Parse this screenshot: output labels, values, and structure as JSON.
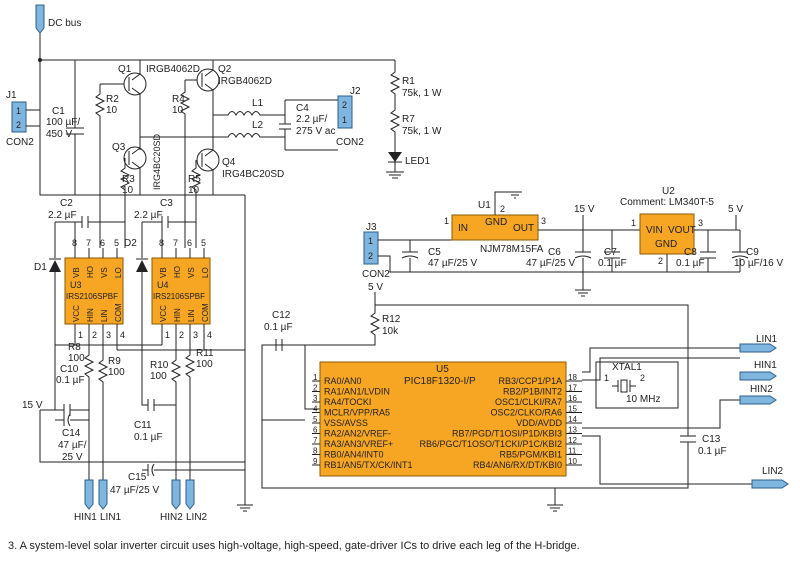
{
  "caption": "3. A system-level solar inverter circuit uses high-voltage, high-speed, gate-driver ICs to drive each leg of the H-bridge.",
  "labels": {
    "dc_bus": "DC bus",
    "j1": "J1",
    "j1_type": "CON2",
    "j1_pin1": "1",
    "j1_pin2": "2",
    "j2": "J2",
    "j2_type": "CON2",
    "j2_pin1": "1",
    "j2_pin2": "2",
    "j3": "J3",
    "j3_type": "CON2",
    "j3_pin1": "1",
    "j3_pin2": "2",
    "c1": "C1",
    "c1_val": "100 µF/",
    "c1_val2": "450 V",
    "q1": "Q1",
    "q1_part": "IRGB4062D",
    "q2": "Q2",
    "q2_part": "IRGB4062D",
    "q3": "Q3",
    "q3_part": "IRG4BC20SD",
    "q4": "Q4",
    "q4_part": "IRG4BC20SD",
    "r1": "R1",
    "r1_val": "75k, 1 W",
    "r7": "R7",
    "r7_val": "75k, 1 W",
    "led1": "LED1",
    "l1": "L1",
    "l2": "L2",
    "c4": "C4",
    "c4_val": "2.2 µF/",
    "c4_val2": "275 V ac",
    "r2": "R2",
    "r2_val": "10",
    "r3": "R3",
    "r3_val": "10",
    "r4": "R4",
    "r4_val": "10",
    "r5": "R5",
    "r5_val": "10",
    "c2": "C2",
    "c2_val": "2.2 µF",
    "c3": "C3",
    "c3_val": "2.2 µF",
    "d1": "D1",
    "d2": "D2",
    "u3": "U3",
    "u3_part": "IRS2106SPBF",
    "u4": "U4",
    "u4_part": "IRS2106SPBF",
    "pin_vb": "VB",
    "pin_ho": "HO",
    "pin_vs": "VS",
    "pin_lo": "LO",
    "pin_vcc": "VCC",
    "pin_hin": "HIN",
    "pin_lin": "LIN",
    "pin_com": "COM",
    "r8": "R8",
    "r8_val": "100",
    "r9": "R9",
    "r9_val": "100",
    "r10": "R10",
    "r10_val": "100",
    "r11": "R11",
    "r11_val": "100",
    "c10": "C10",
    "c10_val": "0.1 µF",
    "c14": "C14",
    "c14_val": "47 µF/",
    "c14_val2": "25 V",
    "c11": "C11",
    "c11_val": "0.1 µF",
    "c15": "C15",
    "c15_val": "47 µF/25 V",
    "v15_left": "15 V",
    "hin1": "HIN1",
    "lin1": "LIN1",
    "hin2": "HIN2",
    "lin2": "LIN2",
    "u1": "U1",
    "u1_in": "IN",
    "u1_gnd": "GND",
    "u1_out": "OUT",
    "u1_part": "NJM78M15FA",
    "u1_p1": "1",
    "u1_p2": "2",
    "u1_p3": "3",
    "c5": "C5",
    "c5_val": "47 µF/25 V",
    "c6": "C6",
    "c6_val": "47 µF/25 V",
    "c7": "C7",
    "c7_val": "0.1 µF",
    "c8": "C8",
    "c8_val": "0.1 µF",
    "c9": "C9",
    "c9_val": "10 µF/16 V",
    "v15_top": "15 V",
    "v5_top": "5 V",
    "u2": "U2",
    "u2_comment": "Comment: LM340T-5",
    "u2_vin": "VIN",
    "u2_vout": "VOUT",
    "u2_gnd": "GND",
    "u2_p1": "1",
    "u2_p2": "2",
    "u2_p3": "3",
    "v5_mid": "5 V",
    "r12": "R12",
    "r12_val": "10k",
    "c12": "C12",
    "c12_val": "0.1 µF",
    "u5": "U5",
    "u5_part": "PIC18F1320-I/P",
    "u5_left_pins": [
      {
        "num": "1",
        "name": "RA0/AN0"
      },
      {
        "num": "2",
        "name": "RA1/AN1/LVDIN"
      },
      {
        "num": "3",
        "name": "RA4/TOCKI"
      },
      {
        "num": "4",
        "name": "MCLR/VPP/RA5"
      },
      {
        "num": "5",
        "name": "VSS/AVSS"
      },
      {
        "num": "6",
        "name": "RA2/AN2/VREF-"
      },
      {
        "num": "7",
        "name": "RA3/AN3/VREF+"
      },
      {
        "num": "8",
        "name": "RB0/AN4/INT0"
      },
      {
        "num": "9",
        "name": "RB1/AN5/TX/CK/INT1"
      }
    ],
    "u5_right_pins": [
      {
        "num": "18",
        "name": "RB3/CCP1/P1A"
      },
      {
        "num": "17",
        "name": "RB2/P1B/INT2"
      },
      {
        "num": "16",
        "name": "OSC1/CLKI/RA7"
      },
      {
        "num": "15",
        "name": "OSC2/CLKO/RA6"
      },
      {
        "num": "14",
        "name": "VDD/AVDD"
      },
      {
        "num": "13",
        "name": "RB7/PGD/T1OSI/P1D/KBI3"
      },
      {
        "num": "12",
        "name": "RB6/PGC/T1OSO/T1CKI/P1C/KBI2"
      },
      {
        "num": "11",
        "name": "RB5/PGM/KBI1"
      },
      {
        "num": "10",
        "name": "RB4/AN6/RX/DT/KBI0"
      }
    ],
    "xtal1": "XTAL1",
    "xtal_p1": "1",
    "xtal_p2": "2",
    "xtal_val": "10 MHz",
    "c13": "C13",
    "c13_val": "0.1 µF",
    "out_lin1": "LIN1",
    "out_hin1": "HIN1",
    "out_hin2": "HIN2",
    "out_lin2": "LIN2"
  },
  "colors": {
    "chip": "#f6a623",
    "connector": "#7fb6e0",
    "wire": "#222222"
  }
}
